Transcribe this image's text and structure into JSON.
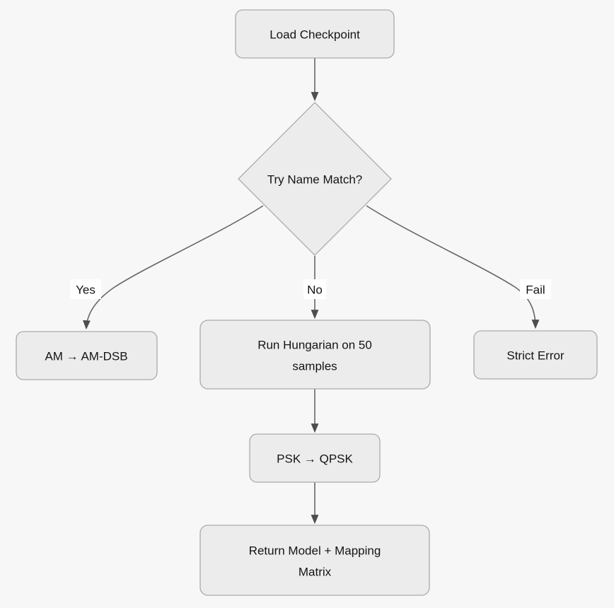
{
  "diagram": {
    "type": "flowchart",
    "direction": "top-down",
    "colors": {
      "background": "#f7f7f7",
      "node_fill": "#ececec",
      "node_border": "#aaaaaa",
      "edge": "#666666",
      "arrowhead": "#4d4d4d",
      "text": "#141414",
      "edge_label_background": "#ffffff"
    },
    "nodes": [
      {
        "id": "load-checkpoint",
        "shape": "rounded-rect",
        "lines": [
          "Load Checkpoint"
        ]
      },
      {
        "id": "try-name-match",
        "shape": "diamond",
        "lines": [
          "Try Name Match?"
        ]
      },
      {
        "id": "am-to-am-dsb",
        "shape": "rounded-rect",
        "lines": [
          "AM → AM-DSB"
        ]
      },
      {
        "id": "run-hungarian",
        "shape": "rounded-rect",
        "lines": [
          "Run Hungarian on 50",
          "samples"
        ]
      },
      {
        "id": "strict-error",
        "shape": "rounded-rect",
        "lines": [
          "Strict Error"
        ]
      },
      {
        "id": "psk-to-qpsk",
        "shape": "rounded-rect",
        "lines": [
          "PSK → QPSK"
        ]
      },
      {
        "id": "return-model",
        "shape": "rounded-rect",
        "lines": [
          "Return Model + Mapping",
          "Matrix"
        ]
      }
    ],
    "edges": [
      {
        "from": "load-checkpoint",
        "to": "try-name-match",
        "label": ""
      },
      {
        "from": "try-name-match",
        "to": "am-to-am-dsb",
        "label": "Yes"
      },
      {
        "from": "try-name-match",
        "to": "run-hungarian",
        "label": "No"
      },
      {
        "from": "try-name-match",
        "to": "strict-error",
        "label": "Fail"
      },
      {
        "from": "run-hungarian",
        "to": "psk-to-qpsk",
        "label": ""
      },
      {
        "from": "psk-to-qpsk",
        "to": "return-model",
        "label": ""
      }
    ]
  }
}
